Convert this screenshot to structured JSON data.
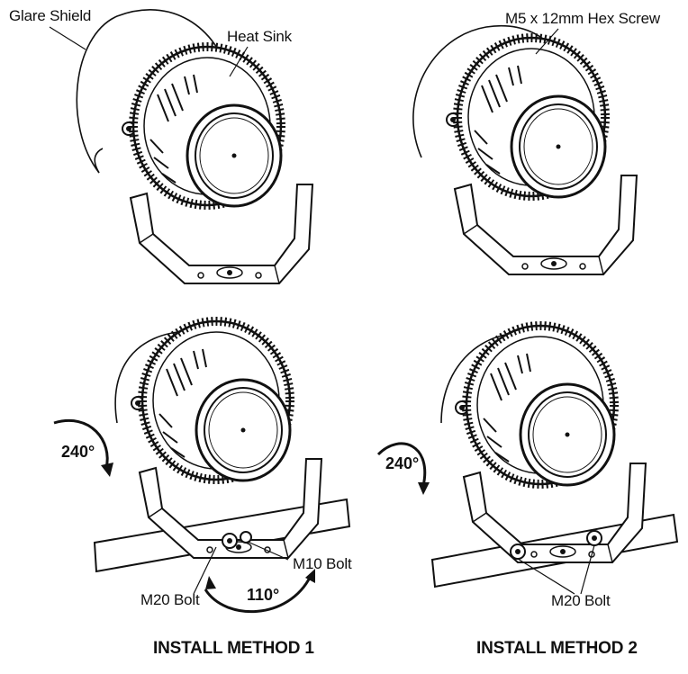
{
  "labels": {
    "glare_shield": "Glare Shield",
    "heat_sink": "Heat Sink",
    "hex_screw": "M5 x 12mm Hex Screw",
    "m10_bolt": "M10 Bolt",
    "m20_bolt_1": "M20 Bolt",
    "m20_bolt_2": "M20 Bolt"
  },
  "angles": {
    "rotate_1": "240°",
    "rotate_2": "240°",
    "swivel": "110°"
  },
  "titles": {
    "method_1": "INSTALL METHOD 1",
    "method_2": "INSTALL METHOD 2"
  }
}
